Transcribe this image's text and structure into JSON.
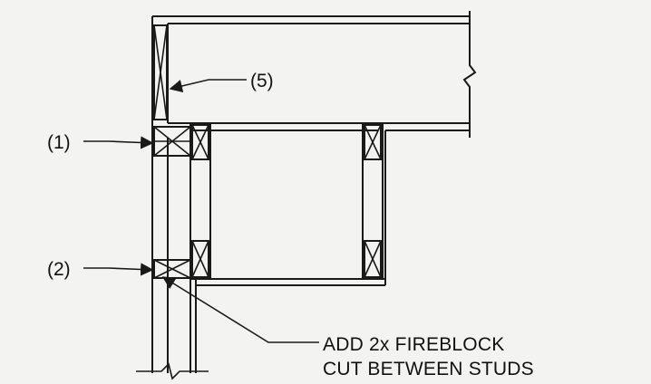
{
  "labels": {
    "callout_1": "(1)",
    "callout_2": "(2)",
    "callout_5": "(5)",
    "note_line1": "ADD 2x FIREBLOCK",
    "note_line2": "CUT BETWEEN STUDS"
  },
  "colors": {
    "background": "#f3f3f1",
    "lines": "#1a1a1a"
  }
}
